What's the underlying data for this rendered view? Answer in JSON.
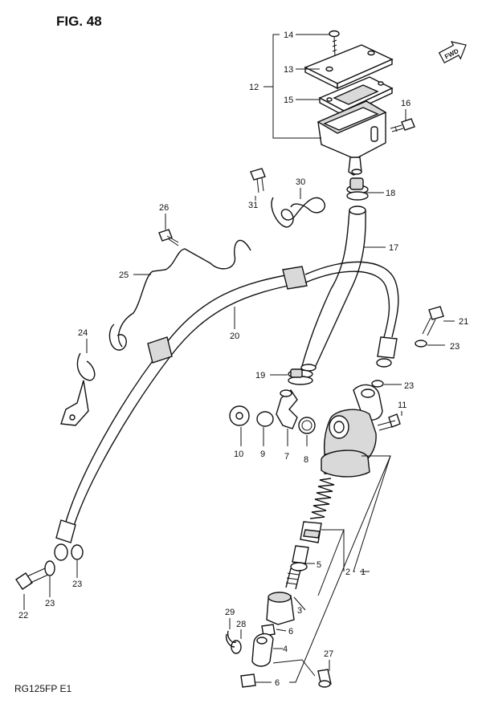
{
  "figure": {
    "title": "FIG. 48",
    "footer": "RG125FP E1",
    "fwd": "FWD"
  },
  "labels": {
    "l1": "1",
    "l2": "2",
    "l3": "3",
    "l4": "4",
    "l5": "5",
    "l6a": "6",
    "l6b": "6",
    "l7": "7",
    "l8": "8",
    "l9": "9",
    "l10": "10",
    "l11": "11",
    "l12": "12",
    "l13": "13",
    "l14": "14",
    "l15": "15",
    "l16": "16",
    "l17": "17",
    "l18": "18",
    "l19": "19",
    "l20": "20",
    "l21": "21",
    "l22": "22",
    "l23a": "23",
    "l23b": "23",
    "l23c": "23",
    "l23d": "23",
    "l24": "24",
    "l25": "25",
    "l26": "26",
    "l27": "27",
    "l28": "28",
    "l29": "29",
    "l30": "30",
    "l31": "31"
  }
}
